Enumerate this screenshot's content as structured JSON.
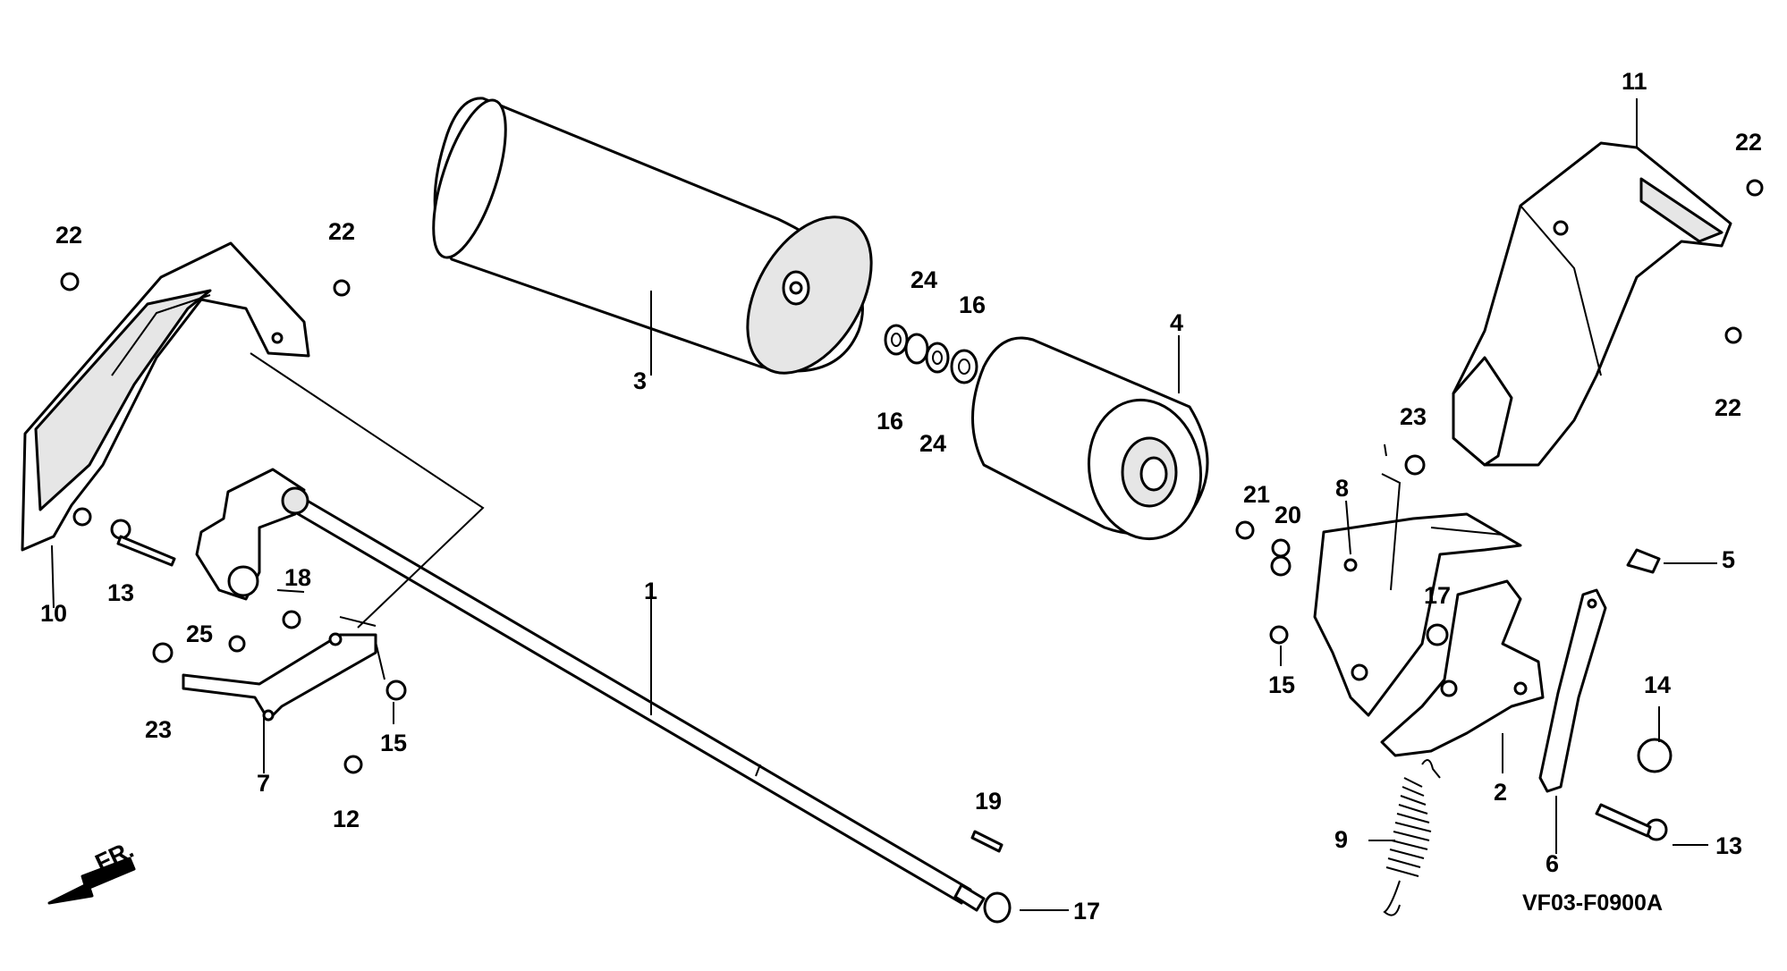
{
  "diagram": {
    "code": "VF03-F0900A",
    "front_label": "FR.",
    "callouts": [
      "1",
      "2",
      "3",
      "4",
      "5",
      "6",
      "7",
      "8",
      "9",
      "10",
      "11",
      "12",
      "13",
      "13",
      "14",
      "15",
      "15",
      "16",
      "16",
      "17",
      "17",
      "18",
      "19",
      "20",
      "21",
      "22",
      "22",
      "22",
      "22",
      "23",
      "23",
      "24",
      "24",
      "25"
    ]
  }
}
